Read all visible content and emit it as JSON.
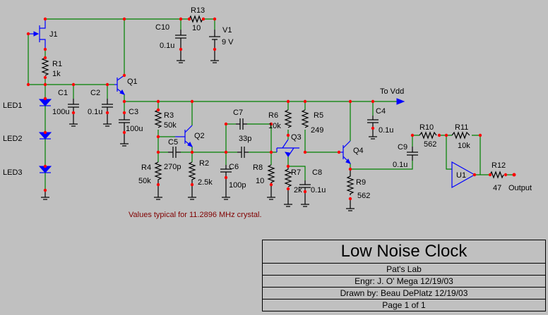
{
  "title": "Low Noise Clock",
  "lab": "Pat's Lab",
  "engr": "Engr: J. O' Mega 12/19/03",
  "drawn": "Drawn by: Beau DePlatz 12/19/03",
  "page": "Page 1 of 1",
  "note": "Values typical for 11.2896 MHz crystal.",
  "net_vdd": "To Vdd",
  "net_out": "Output",
  "components": {
    "J1": "J1",
    "R13": "R13",
    "R13v": "10",
    "C10": "C10",
    "C10v": "0.1u",
    "V1": "V1",
    "V1v": "9 V",
    "R1": "R1",
    "R1v": "1k",
    "Q1": "Q1",
    "C1": "C1",
    "C1v": "100u",
    "C2": "C2",
    "C2v": "0.1u",
    "C3": "C3",
    "C3v": "100u",
    "LED1": "LED1",
    "LED2": "LED2",
    "LED3": "LED3",
    "R3": "R3",
    "R3v": "50k",
    "Q2": "Q2",
    "C5": "C5",
    "C5v": "270p",
    "R4": "R4",
    "R4v": "50k",
    "R2": "R2",
    "R2v": "2.5k",
    "C7": "C7",
    "C7v": "33p",
    "C6": "C6",
    "C6v": "100p",
    "R8": "R8",
    "R8v": "10",
    "R6": "R6",
    "R6v": "10k",
    "R5": "R5",
    "R5v": "249",
    "Q3": "Q3",
    "R7": "R7",
    "R7v": "2k",
    "C8": "C8",
    "C8v": "0.1u",
    "C4": "C4",
    "C4v": "0.1u",
    "Q4": "Q4",
    "R9": "R9",
    "R9v": "562",
    "C9": "C9",
    "C9v": "0.1u",
    "R10": "R10",
    "R10v": "562",
    "R11": "R11",
    "R11v": "10k",
    "U1": "U1",
    "R12": "R12",
    "R12v": "47"
  },
  "colors": {
    "wire": "#008000",
    "component": "#000000",
    "semiconductor": "#0000ff",
    "junction": "#ff0000",
    "note": "#800000",
    "background": "#c0c0c0"
  }
}
